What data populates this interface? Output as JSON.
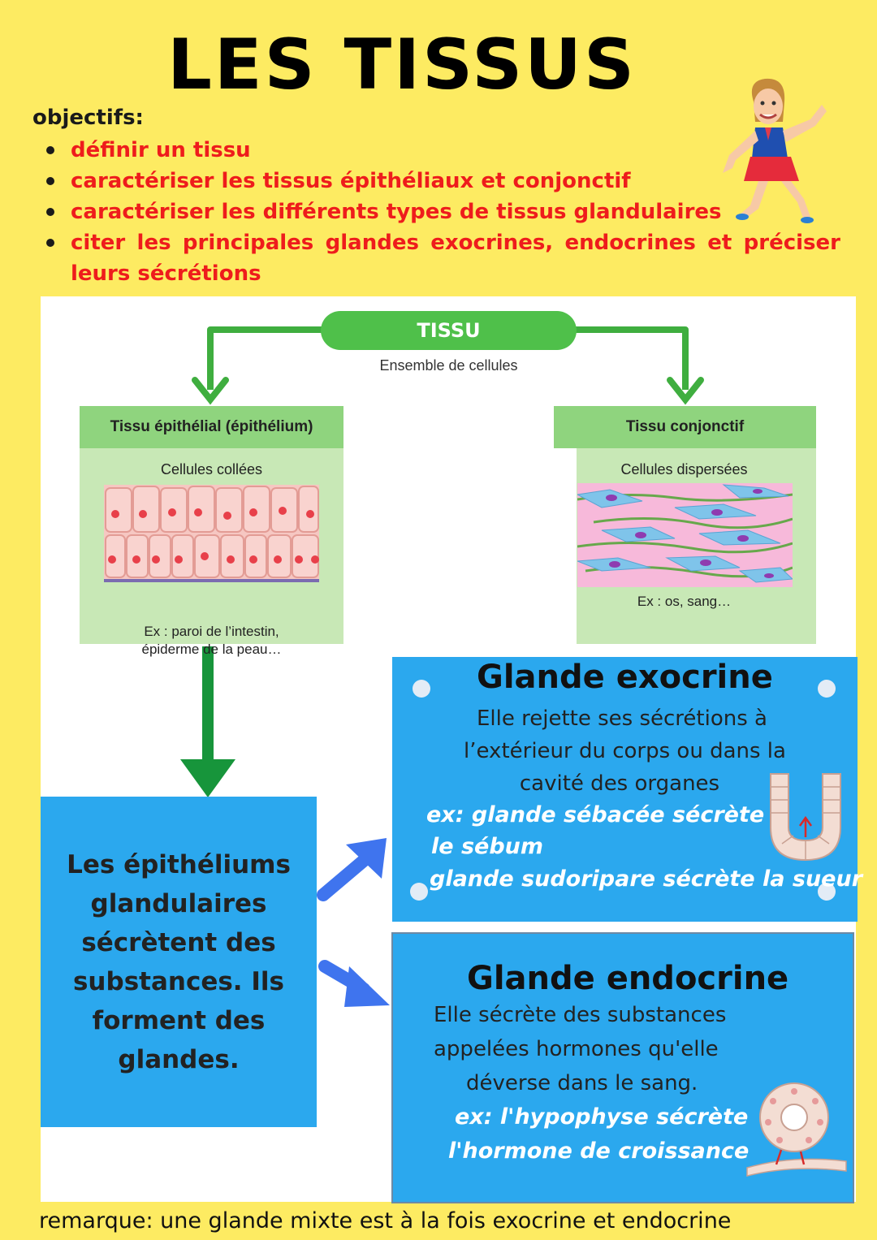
{
  "title": "LES TISSUS",
  "objectives": {
    "heading": "objectifs:",
    "items": [
      "définir un tissu",
      "caractériser les tissus épithéliaux et conjonctif",
      "caractériser les différents types de tissus glandulaires",
      "citer les principales glandes exocrines, endocrines et préciser leurs sécrétions"
    ]
  },
  "diagram": {
    "root": {
      "label": "TISSU",
      "subtitle": "Ensemble de cellules"
    },
    "epithelial": {
      "header": "Tissu épithélial (épithélium)",
      "subtitle": "Cellules collées",
      "example_line1": "Ex : paroi de l’intestin,",
      "example_line2": "épiderme de la peau…"
    },
    "connective": {
      "header": "Tissu conjonctif",
      "subtitle": "Cellules dispersées",
      "example": "Ex : os, sang…"
    }
  },
  "glandular": {
    "text": "Les épithéliums glandulaires sécrètent des substances. Ils forment des glandes."
  },
  "exocrine": {
    "title": "Glande exocrine",
    "line1": "Elle rejette ses sécrétions à",
    "line2": "l’extérieur du corps ou dans la",
    "line3": "cavité des organes",
    "ex1": "ex: glande sébacée sécrète",
    "ex2": "le sébum",
    "ex3": "glande sudoripare sécrète la sueur"
  },
  "endocrine": {
    "title": "Glande endocrine",
    "line1": "Elle sécrète des substances",
    "line2": "appelées hormones qu'elle",
    "line3": "déverse dans le sang.",
    "ex1": "ex: l'hypophyse sécrète",
    "ex2": "l'hormone de croissance"
  },
  "remark": "remarque: une glande mixte est à la fois exocrine et endocrine",
  "colors": {
    "background": "#fdeb62",
    "objective_red": "#ee1c1c",
    "tissue_green": "#4fc04a",
    "gland_blue": "#2ba8ee"
  }
}
